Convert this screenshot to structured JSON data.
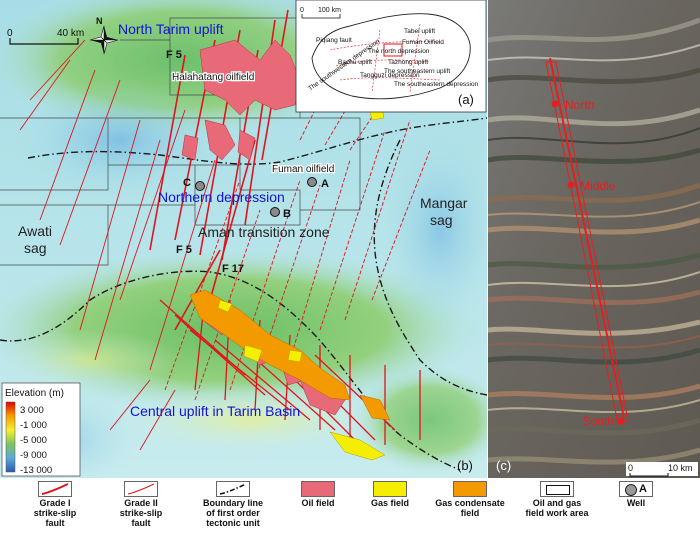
{
  "panel_b": {
    "panel_label": "(b)",
    "scale_zero": "0",
    "scale_distance": "40 km",
    "north_letter": "N",
    "regions": {
      "north_tarim_uplift": "North Tarim uplift",
      "northern_depression": "Northern depression",
      "central_uplift": "Central uplift in Tarim Basin",
      "awati_sag": "Awati\nsag",
      "mangar_sag": "Mangar\nsag",
      "aman_transition_zone": "Aman transition zone"
    },
    "oilfields": {
      "halahatang": "Halahatang oilfield",
      "fuman": "Fuman oilfield"
    },
    "faults": {
      "f5_north": "F 5",
      "f5_south": "F 5",
      "f17": "F 17"
    },
    "wells": [
      {
        "letter": "A"
      },
      {
        "letter": "B"
      },
      {
        "letter": "C"
      }
    ],
    "elevation_legend": {
      "title": "Elevation (m)",
      "ticks": [
        "3 000",
        "-1 000",
        "-5 000",
        "-9 000",
        "-13 000"
      ]
    }
  },
  "panel_a": {
    "panel_label": "(a)",
    "scale_zero": "0",
    "scale_distance": "100 km",
    "labels": {
      "tabei_uplift": "Tabei uplift",
      "piqiang_fault": "Piqiang fault",
      "fuman_oilfield": "Fuman Oilfield",
      "north_depression": "The north depression",
      "bachu_uplift": "Bachu uplift",
      "southwestern_depression": "The southwestern depression",
      "tangguzi_depression": "Tangguzi depression",
      "southeastern_uplift": "The southeastern uplift",
      "southeastern_depression": "The southeastern depression",
      "tazhong_uplift": "Tazhong uplift"
    }
  },
  "panel_c": {
    "panel_label": "(c)",
    "scale_zero": "0",
    "scale_distance": "10 km",
    "points": {
      "north": "North",
      "middle": "Middle",
      "south": "South"
    }
  },
  "legend": {
    "items": [
      {
        "label": "Grade I\nstrike-slip\nfault"
      },
      {
        "label": "Grade II\nstrike-slip\nfault"
      },
      {
        "label": "Boundary line\nof first order\ntectonic unit"
      },
      {
        "label": "Oil field"
      },
      {
        "label": "Gas field"
      },
      {
        "label": "Gas condensate\nfield"
      },
      {
        "label": "Oil and gas\nfield work area"
      },
      {
        "label": "Well",
        "letter": "A"
      }
    ]
  },
  "colors": {
    "grade1_fault": "#e0141e",
    "grade2_fault": "#e0141e",
    "oil_field": "#e86a78",
    "gas_field": "#f5ee00",
    "gas_condensate_field": "#f39a00",
    "region_label_blue": "#1414d2",
    "satellite_label_red": "#e61e1e"
  }
}
